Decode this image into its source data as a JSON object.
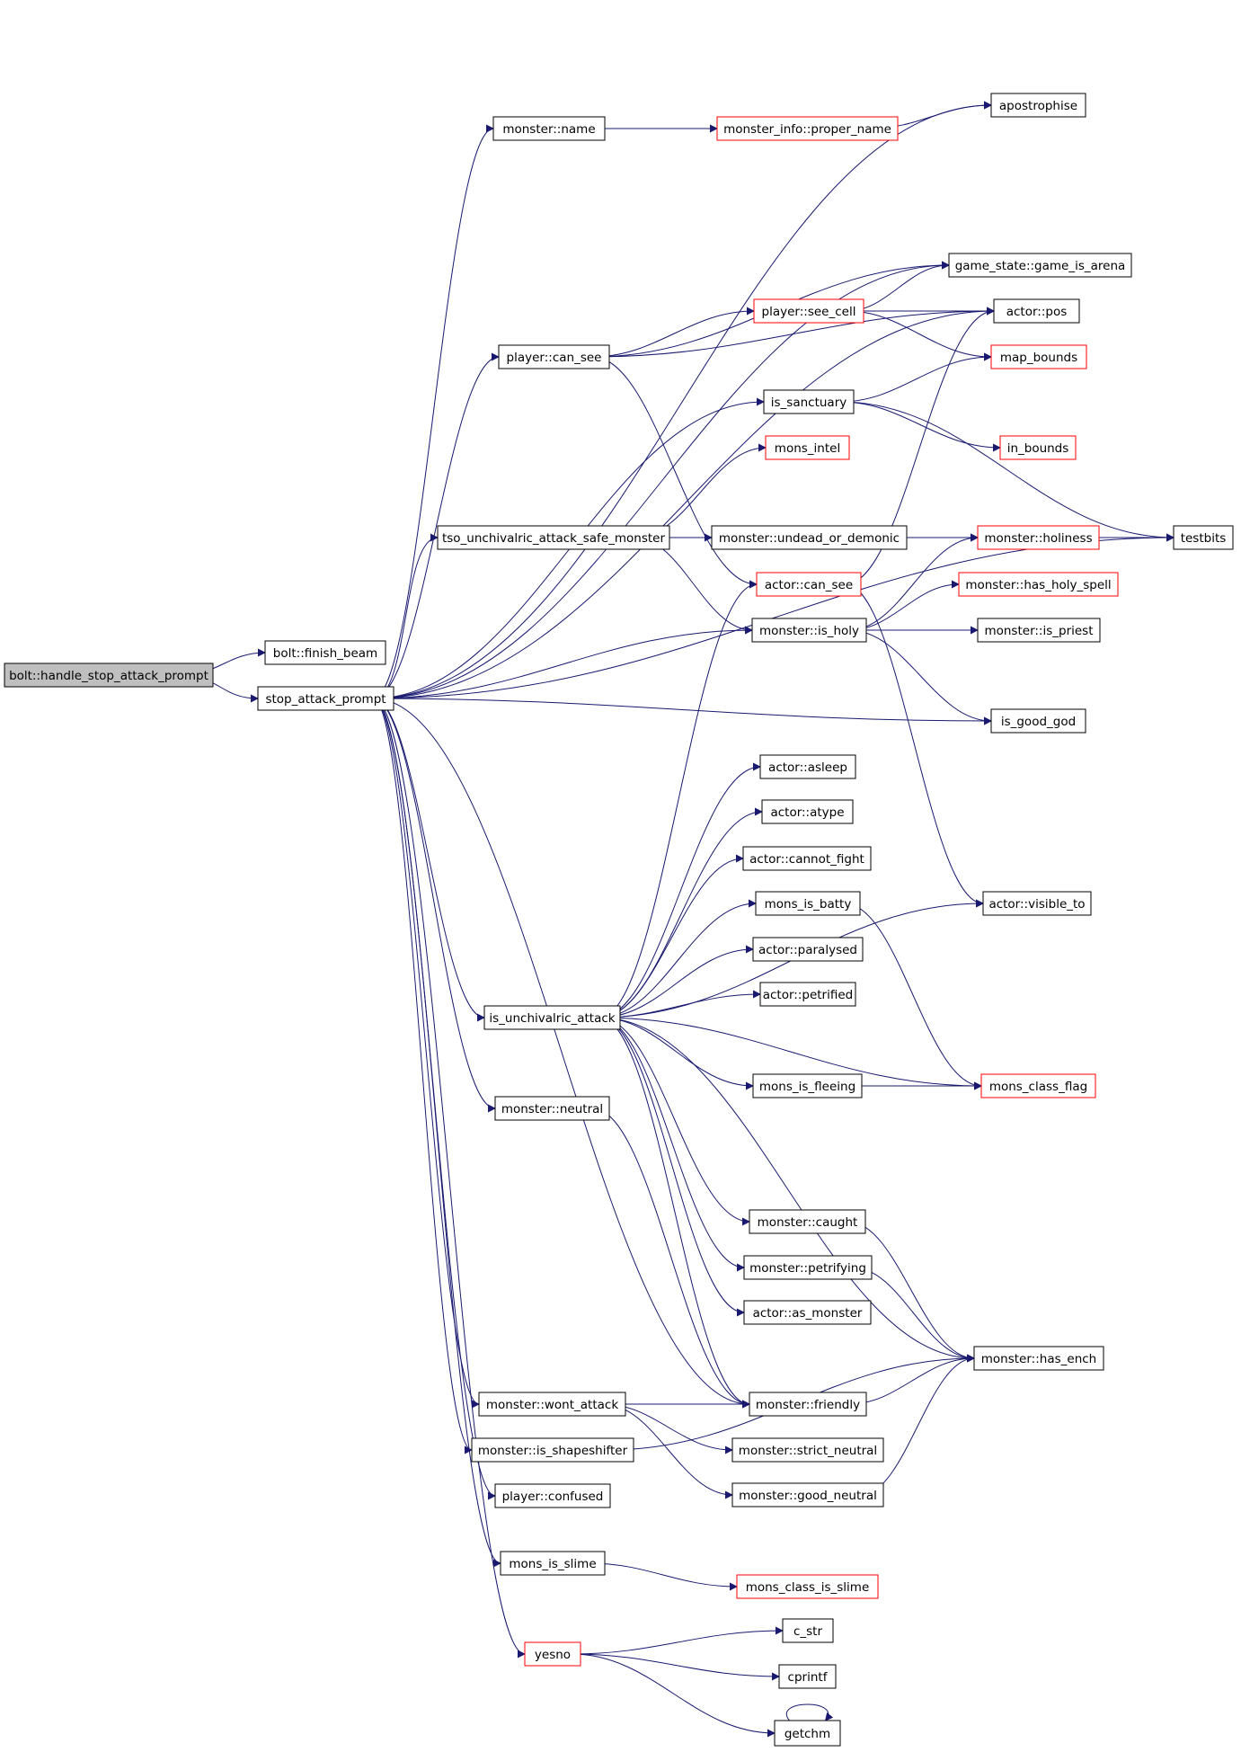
{
  "colors": {
    "edge": "#191970",
    "node_border": "#000000",
    "incomplete_border": "#ff0000",
    "root_fill": "#bfbfbf"
  },
  "nodes": [
    {
      "id": "handle",
      "label": "bolt::handle_stop_attack_prompt",
      "root": true
    },
    {
      "id": "finish",
      "label": "bolt::finish_beam"
    },
    {
      "id": "sap",
      "label": "stop_attack_prompt"
    },
    {
      "id": "apos",
      "label": "apostrophise"
    },
    {
      "id": "mname",
      "label": "monster::name"
    },
    {
      "id": "mipn",
      "label": "monster_info::proper_name",
      "red": true
    },
    {
      "id": "gia",
      "label": "game_state::game_is_arena"
    },
    {
      "id": "psc",
      "label": "player::see_cell",
      "red": true
    },
    {
      "id": "apos2",
      "label": "actor::pos"
    },
    {
      "id": "pcs",
      "label": "player::can_see"
    },
    {
      "id": "mapb",
      "label": "map_bounds",
      "red": true
    },
    {
      "id": "issanc",
      "label": "is_sanctuary"
    },
    {
      "id": "monsintel",
      "label": "mons_intel",
      "red": true
    },
    {
      "id": "inb",
      "label": "in_bounds",
      "red": true
    },
    {
      "id": "tso",
      "label": "tso_unchivalric_attack_safe_monster"
    },
    {
      "id": "mud",
      "label": "monster::undead_or_demonic"
    },
    {
      "id": "mhol",
      "label": "monster::holiness",
      "red": true
    },
    {
      "id": "testbits",
      "label": "testbits"
    },
    {
      "id": "acs",
      "label": "actor::can_see",
      "red": true
    },
    {
      "id": "mhhs",
      "label": "monster::has_holy_spell",
      "red": true
    },
    {
      "id": "mish",
      "label": "monster::is_holy"
    },
    {
      "id": "misp",
      "label": "monster::is_priest"
    },
    {
      "id": "igg",
      "label": "is_good_god"
    },
    {
      "id": "aasl",
      "label": "actor::asleep"
    },
    {
      "id": "aaty",
      "label": "actor::atype"
    },
    {
      "id": "acf",
      "label": "actor::cannot_fight"
    },
    {
      "id": "mib",
      "label": "mons_is_batty"
    },
    {
      "id": "avt",
      "label": "actor::visible_to"
    },
    {
      "id": "apar",
      "label": "actor::paralysed"
    },
    {
      "id": "apet",
      "label": "actor::petrified"
    },
    {
      "id": "iua",
      "label": "is_unchivalric_attack"
    },
    {
      "id": "mif",
      "label": "mons_is_fleeing"
    },
    {
      "id": "mcf",
      "label": "mons_class_flag",
      "red": true
    },
    {
      "id": "mneu",
      "label": "monster::neutral"
    },
    {
      "id": "mcau",
      "label": "monster::caught"
    },
    {
      "id": "mpet",
      "label": "monster::petrifying"
    },
    {
      "id": "aasm",
      "label": "actor::as_monster"
    },
    {
      "id": "mhe",
      "label": "monster::has_ench"
    },
    {
      "id": "mwa",
      "label": "monster::wont_attack"
    },
    {
      "id": "mfr",
      "label": "monster::friendly"
    },
    {
      "id": "msn",
      "label": "monster::strict_neutral"
    },
    {
      "id": "miss",
      "label": "monster::is_shapeshifter"
    },
    {
      "id": "mgn",
      "label": "monster::good_neutral"
    },
    {
      "id": "pconf",
      "label": "player::confused"
    },
    {
      "id": "mislime",
      "label": "mons_is_slime"
    },
    {
      "id": "mcis",
      "label": "mons_class_is_slime",
      "red": true
    },
    {
      "id": "yesno",
      "label": "yesno",
      "red": true
    },
    {
      "id": "cstr",
      "label": "c_str"
    },
    {
      "id": "cprintf",
      "label": "cprintf"
    },
    {
      "id": "getchm",
      "label": "getchm"
    }
  ],
  "edges": [
    [
      "handle",
      "finish"
    ],
    [
      "handle",
      "sap"
    ],
    [
      "sap",
      "apos"
    ],
    [
      "sap",
      "mname"
    ],
    [
      "sap",
      "gia"
    ],
    [
      "sap",
      "apos2"
    ],
    [
      "sap",
      "pcs"
    ],
    [
      "sap",
      "issanc"
    ],
    [
      "sap",
      "tso"
    ],
    [
      "sap",
      "mish"
    ],
    [
      "sap",
      "testbits"
    ],
    [
      "sap",
      "igg"
    ],
    [
      "sap",
      "iua"
    ],
    [
      "sap",
      "mneu"
    ],
    [
      "sap",
      "mfr"
    ],
    [
      "sap",
      "mwa"
    ],
    [
      "sap",
      "miss"
    ],
    [
      "sap",
      "pconf"
    ],
    [
      "sap",
      "mislime"
    ],
    [
      "sap",
      "yesno"
    ],
    [
      "mname",
      "mipn"
    ],
    [
      "mipn",
      "apos"
    ],
    [
      "pcs",
      "gia"
    ],
    [
      "pcs",
      "psc"
    ],
    [
      "pcs",
      "apos2"
    ],
    [
      "pcs",
      "acs"
    ],
    [
      "psc",
      "gia"
    ],
    [
      "psc",
      "apos2"
    ],
    [
      "psc",
      "mapb"
    ],
    [
      "issanc",
      "mapb"
    ],
    [
      "issanc",
      "testbits"
    ],
    [
      "issanc",
      "inb"
    ],
    [
      "tso",
      "monsintel"
    ],
    [
      "tso",
      "mhol"
    ],
    [
      "tso",
      "mud"
    ],
    [
      "tso",
      "mish"
    ],
    [
      "mud",
      "mhol"
    ],
    [
      "mhol",
      "testbits"
    ],
    [
      "acs",
      "apos2"
    ],
    [
      "acs",
      "avt"
    ],
    [
      "mish",
      "mhol"
    ],
    [
      "mish",
      "mhhs"
    ],
    [
      "mish",
      "misp"
    ],
    [
      "mish",
      "igg"
    ],
    [
      "iua",
      "acs"
    ],
    [
      "iua",
      "aasl"
    ],
    [
      "iua",
      "aaty"
    ],
    [
      "iua",
      "acf"
    ],
    [
      "iua",
      "mib"
    ],
    [
      "iua",
      "apar"
    ],
    [
      "iua",
      "apet"
    ],
    [
      "iua",
      "avt"
    ],
    [
      "iua",
      "mif"
    ],
    [
      "iua",
      "mcf"
    ],
    [
      "iua",
      "mcau"
    ],
    [
      "iua",
      "mpet"
    ],
    [
      "iua",
      "aasm"
    ],
    [
      "iua",
      "mhe"
    ],
    [
      "iua",
      "mfr"
    ],
    [
      "mib",
      "mcf"
    ],
    [
      "mif",
      "mcf"
    ],
    [
      "mneu",
      "mfr"
    ],
    [
      "mcau",
      "mhe"
    ],
    [
      "mpet",
      "mhe"
    ],
    [
      "mwa",
      "mfr"
    ],
    [
      "mwa",
      "msn"
    ],
    [
      "mwa",
      "mgn"
    ],
    [
      "mfr",
      "mhe"
    ],
    [
      "mgn",
      "mhe"
    ],
    [
      "miss",
      "mhe"
    ],
    [
      "mislime",
      "mcis"
    ],
    [
      "yesno",
      "cstr"
    ],
    [
      "yesno",
      "cprintf"
    ],
    [
      "yesno",
      "getchm"
    ],
    [
      "getchm",
      "getchm"
    ]
  ]
}
